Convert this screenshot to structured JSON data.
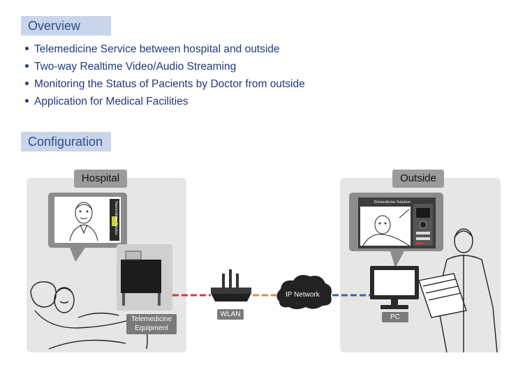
{
  "overview": {
    "title": "Overview",
    "bullets": [
      "Telemedicine Service between hospital and outside",
      "Two-way Realtime Video/Audio Streaming",
      "Monitoring the Status of Pacients by Doctor from outside",
      "Application for Medical Facilities"
    ]
  },
  "configuration": {
    "title": "Configuration",
    "hospital_label": "Hospital",
    "outside_label": "Outside",
    "equipment_label_line1": "Telemedicine",
    "equipment_label_line2": "Equipment",
    "wlan_label": "WLAN",
    "network_label": "IP Network",
    "pc_label": "PC",
    "screen_title": "Telemedicine Solution",
    "side_text": "Telemedicine Solution"
  },
  "colors": {
    "header_bg": "#c9d5ea",
    "header_text": "#2e4f8c",
    "link_red": "#d9363e",
    "link_orange": "#f0892e",
    "link_blue": "#3f5ea8"
  }
}
